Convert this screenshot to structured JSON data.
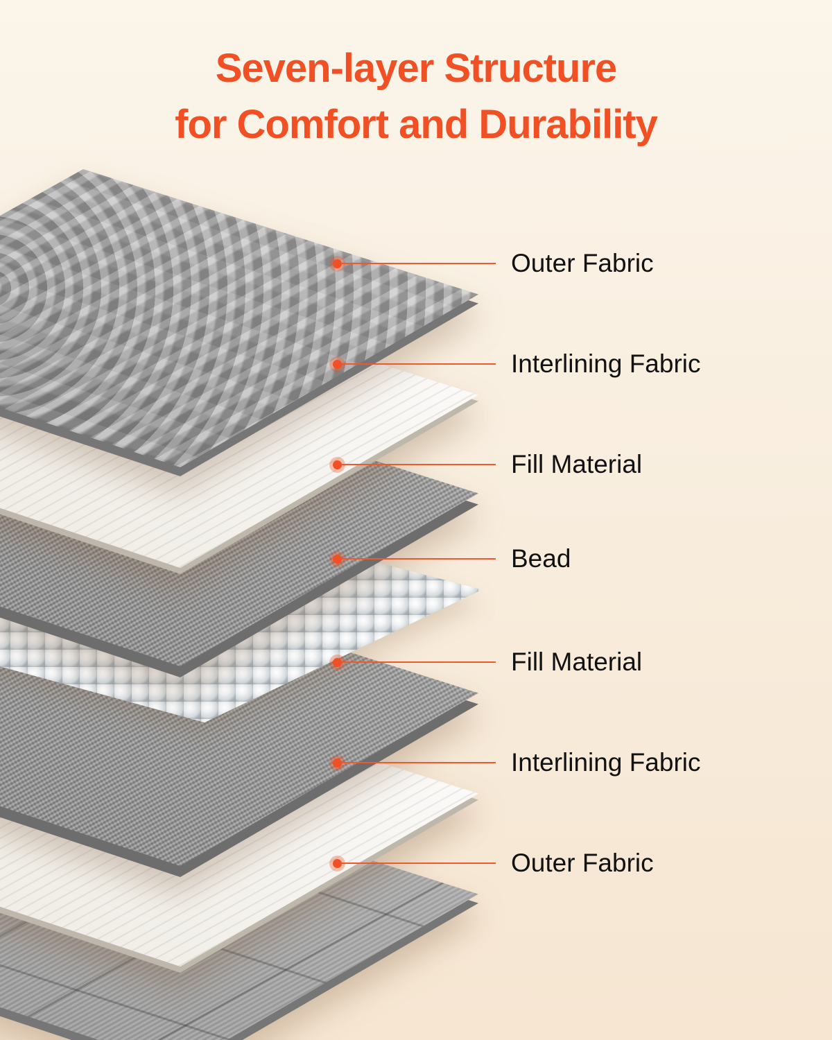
{
  "theme": {
    "accent": "#f14f24",
    "background_top": "#fbf5ea",
    "background_bottom": "#f6e6d2",
    "label_color": "#111111",
    "callout_line_color": "#ee5a30"
  },
  "title": {
    "line1": "Seven-layer Structure",
    "line2": "for Comfort and Durability"
  },
  "layers": [
    {
      "label": "Outer Fabric",
      "texture": "wavy-plush-gray"
    },
    {
      "label": "Interlining Fabric",
      "texture": "white-interlining"
    },
    {
      "label": "Fill Material",
      "texture": "gray-fill"
    },
    {
      "label": "Bead",
      "texture": "foam-beads"
    },
    {
      "label": "Fill Material",
      "texture": "gray-fill"
    },
    {
      "label": "Interlining Fabric",
      "texture": "white-interlining"
    },
    {
      "label": "Outer Fabric",
      "texture": "quilted-gray"
    }
  ]
}
